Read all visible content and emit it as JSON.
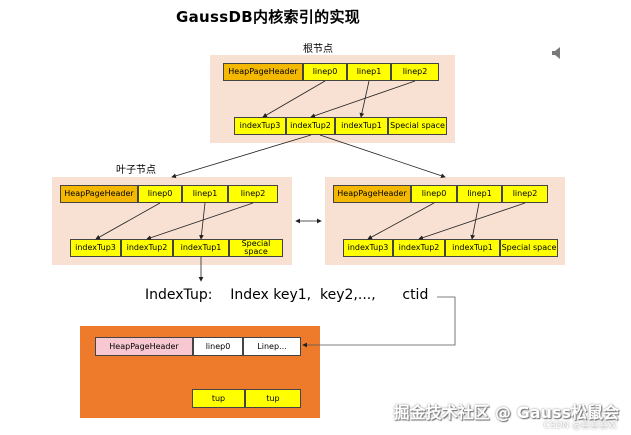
{
  "title": "GaussDB内核索引的实现",
  "labels": {
    "root": "根节点",
    "leaf": "叶子节点"
  },
  "root": {
    "header": "HeapPageHeader",
    "lineps": [
      "linep0",
      "linep1",
      "linep2"
    ],
    "tups": [
      "indexTup3",
      "indexTup2",
      "indexTup1"
    ],
    "special": "Special space"
  },
  "leaf_left": {
    "header": "HeapPageHeader",
    "lineps": [
      "linep0",
      "linep1",
      "linep2"
    ],
    "tups": [
      "indexTup3",
      "indexTup2",
      "indexTup1"
    ],
    "special": "Special space"
  },
  "leaf_right": {
    "header": "HeapPageHeader",
    "lineps": [
      "linep0",
      "linep1",
      "linep2"
    ],
    "tups": [
      "indexTup3",
      "indexTup2",
      "indexTup1"
    ],
    "special": "Special space"
  },
  "formula": "IndexTup:    Index key1,  key2,...,      ctid",
  "heap": {
    "header": "HeapPageHeader",
    "lineps": [
      "linep0",
      "Linep..."
    ],
    "tups": [
      "tup",
      "tup"
    ]
  },
  "watermark": "掘金技术社区 @ Gauss松鼠会",
  "csdn": "CSDN @喜喜喜欢",
  "icons": {
    "speaker": "speaker-icon"
  }
}
